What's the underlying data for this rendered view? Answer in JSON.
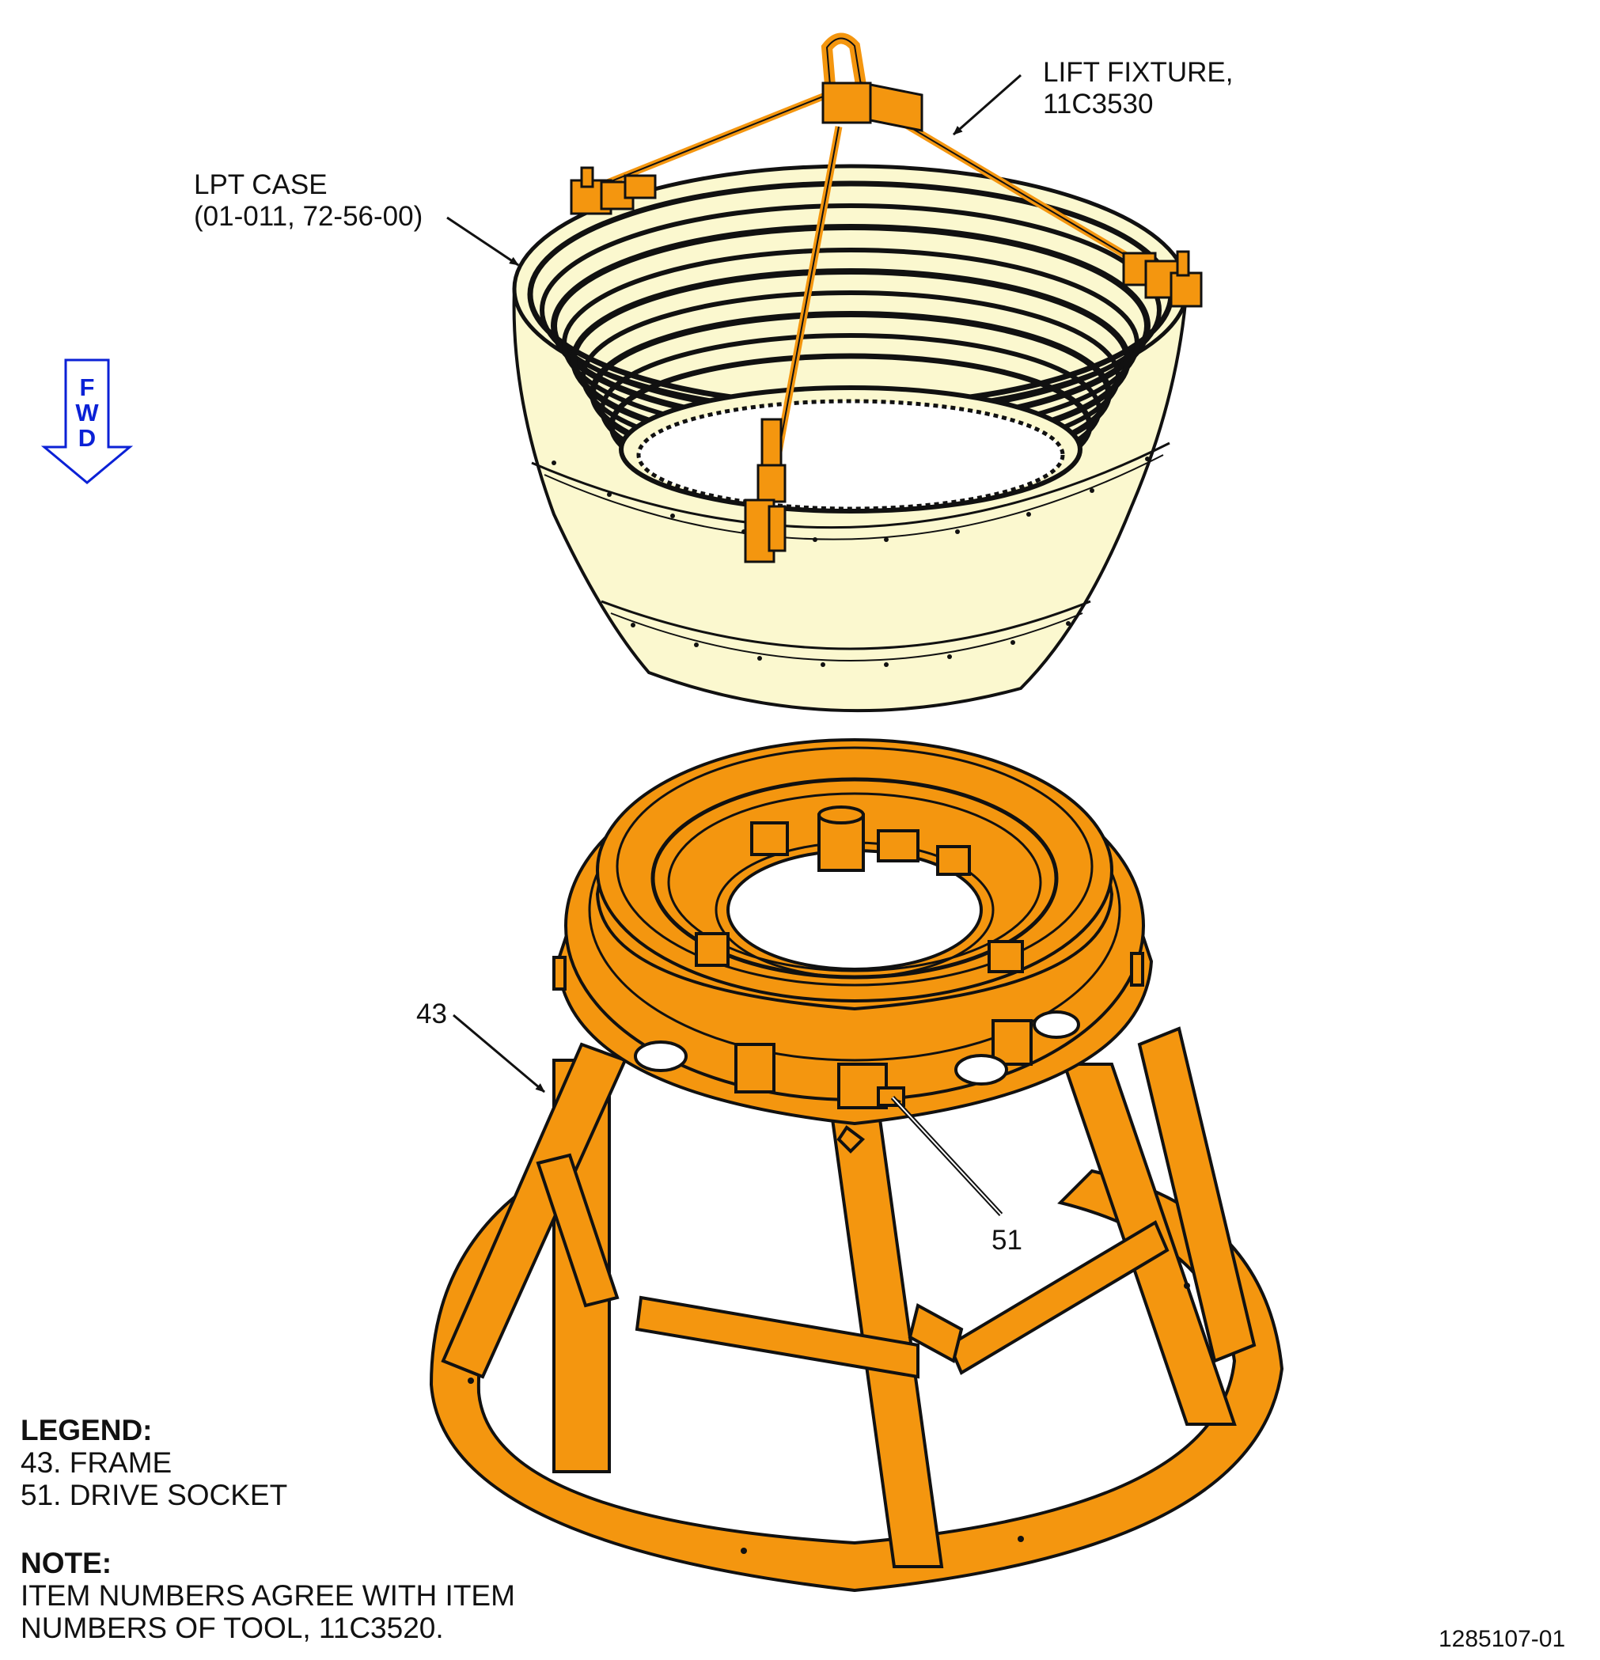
{
  "callouts": {
    "lift_fixture": [
      "LIFT FIXTURE,",
      "11C3530"
    ],
    "lpt_case": [
      "LPT CASE",
      "(01-011, 72-56-00)"
    ],
    "frame_item": "43",
    "drive_socket_item": "51"
  },
  "direction_arrow": {
    "letters": [
      "F",
      "W",
      "D"
    ],
    "color": "#0b21d6"
  },
  "legend": {
    "title": "LEGEND:",
    "items": [
      "43. FRAME",
      "51. DRIVE SOCKET"
    ]
  },
  "note": {
    "title": "NOTE:",
    "lines": [
      "ITEM NUMBERS AGREE WITH ITEM",
      "NUMBERS OF TOOL, 11C3520."
    ]
  },
  "figure_id": "1285107-01",
  "colors": {
    "case_fill": "#fbf8cf",
    "tool_orange": "#f4960f",
    "outline": "#111111"
  }
}
